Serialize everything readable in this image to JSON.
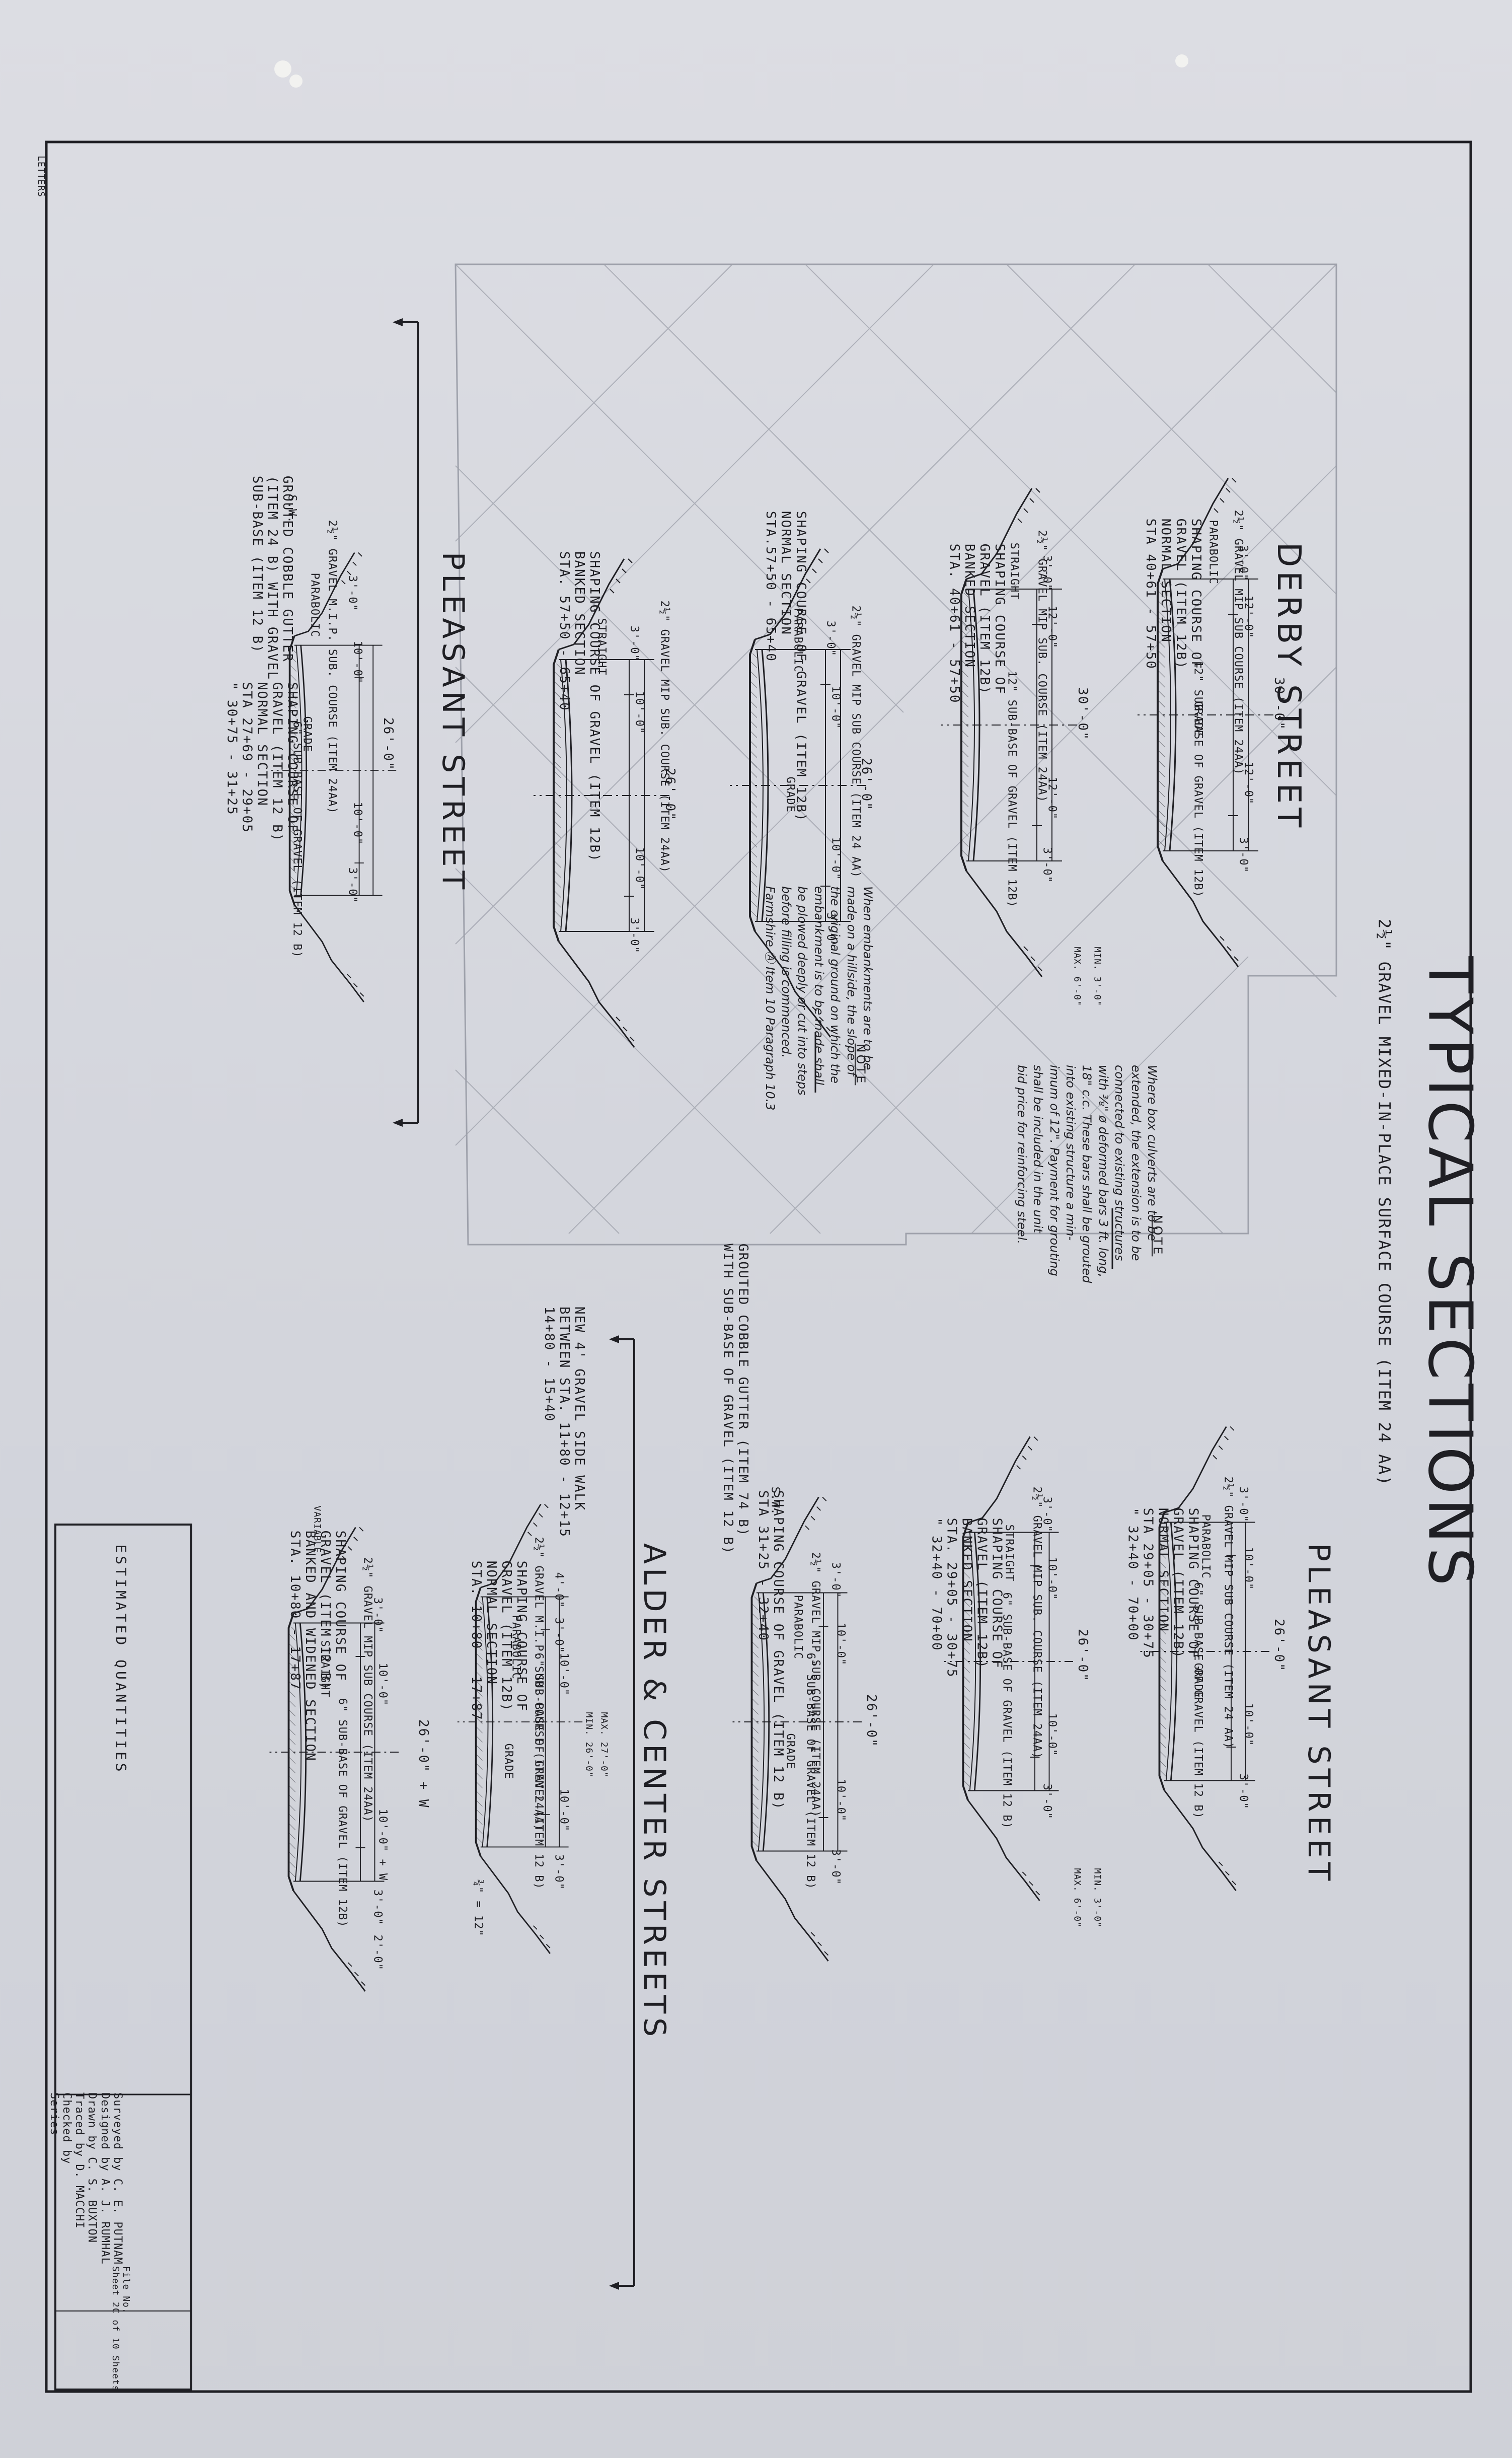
{
  "title": "TYPICAL SECTIONS",
  "subtitle": "2½\" GRAVEL MIXED-IN-PLACE SURFACE COURSE (ITEM 24 AA)",
  "corner_mark": "LETTERS",
  "streets": {
    "derby": "DERBY STREET",
    "pleasant_left": "PLEASANT STREET",
    "pleasant_right": "PLEASANT STREET",
    "alder_center": "ALDER & CENTER STREETS"
  },
  "sections": {
    "derby_normal": {
      "labels": [
        "SHAPING COURSE OF",
        "GRAVEL (ITEM 12B)",
        "NORMAL SECTION",
        "STA 40+61 - 57+50"
      ],
      "widths": [
        "30'-0\"",
        "12'-0\"",
        "12'-0\"",
        "3'-0\"",
        "3'-0\""
      ],
      "callouts": [
        "2½\" GRAVEL MIP SUB COURSE (ITEM 24AA)",
        "12\" SUB-BASE OF GRAVEL (ITEM 12B)",
        "PARABOLIC",
        "GRADE"
      ]
    },
    "derby_banked": {
      "labels": [
        "SHAPING COURSE OF",
        "GRAVEL (ITEM 12B)",
        "BANKED SECTION",
        "STA. 40+61 - 57+50"
      ],
      "widths": [
        "30'-0\"",
        "12'-0\"",
        "12'-0\"",
        "3'-0\"",
        "3'-0\""
      ],
      "callouts": [
        "2½\" GRAVEL MIP SUB. COURSE (ITEM 24AA)",
        "12\" SUB-BASE OF GRAVEL (ITEM 12B)",
        "STRAIGHT",
        "MIN. 3'-0\"",
        "MAX. 6'-0\""
      ]
    },
    "derby_normal2": {
      "labels": [
        "SHAPING COURSE OF GRAVEL (ITEM 12B)",
        "NORMAL SECTION",
        "STA.57+50 - 65+40"
      ],
      "widths": [
        "26'-0\"",
        "10'-0\"",
        "10'-0\"",
        "3'-0\"",
        "3'-0\""
      ],
      "callouts": [
        "2½\" GRAVEL MIP SUB COURSE (ITEM 24 AA)",
        "PARABOLIC",
        "GRADE"
      ]
    },
    "derby_banked2": {
      "labels": [
        "SHAPING COURSE OF GRAVEL (ITEM 12B)",
        "BANKED SECTION",
        "STA. 57+50 - 65+40"
      ],
      "widths": [
        "26'-0\"",
        "10'-0\"",
        "10'-0\"",
        "3'-0\"",
        "3'-0\""
      ],
      "callouts": [
        "2½\" GRAVEL MIP SUB. COURSE (ITEM 24AA)",
        "STRAIGHT"
      ]
    },
    "pleasant_left": {
      "labels": [
        "GROUTED COBBLE GUTTER",
        "(ITEM 24 B) WITH GRAVEL",
        "SUB-BASE (ITEM 12 B)",
        "SHAPING COURSE OF",
        "GRAVEL (ITEM 12 B)",
        "NORMAL SECTION",
        "STA 27+69 - 29+05",
        "\" 30+75 - 31+25"
      ],
      "widths": [
        "26'-0\"",
        "10'-0\"",
        "10'-0\"",
        "3'-0\"",
        "3'-0\""
      ],
      "callouts": [
        "2½\" GRAVEL M.I.P. SUB. COURSE (ITEM 24AA)",
        "6\" SUB-BASE OF GRAVEL (ITEM 12 B)",
        "PARABOLIC",
        "GRADE",
        "S.W."
      ]
    },
    "pleasant_right_normal": {
      "labels": [
        "SHAPING COURSE OF",
        "GRAVEL (ITEM 12B)",
        "NORMAL SECTION",
        "STA 29+05 - 30+75",
        "\" 32+40 - 70+00"
      ],
      "widths": [
        "26'-0\"",
        "10'-0\"",
        "10'-0\"",
        "3'-0\"",
        "3'-0\""
      ],
      "callouts": [
        "2½\" GRAVEL MIP SUB COURSE (ITEM 24 AA)",
        "6\" SUB-BASE OF GRAVEL (ITEM 12 B)",
        "PARABOLIC",
        "GRADE"
      ]
    },
    "pleasant_right_banked": {
      "labels": [
        "SHAPING COURSE OF",
        "GRAVEL (ITEM 12B)",
        "BANKED SECTION",
        "STA. 29+05 - 30+75",
        "\" 32+40 - 70+00"
      ],
      "widths": [
        "26'-0\"",
        "10'-0\"",
        "10'-0\"",
        "3'-0\"",
        "3'-0\""
      ],
      "callouts": [
        "2½\" GRAVEL MIP SUB. COURSE (ITEM 24AA)",
        "6\" SUB-BASE OF GRAVEL (ITEM 12 B)",
        "STRAIGHT",
        "MIN. 3'-0\"",
        "MAX. 6'-0\""
      ]
    },
    "alder_normal": {
      "labels": [
        "GROUTED COBBLE GUTTER (ITEM 74 B)",
        "WITH SUB-BASE OF GRAVEL (ITEM 12 B)",
        "SHAPING COURSE OF GRAVEL (ITEM 12 B)",
        "STA 31+25 - 32+40"
      ],
      "widths": [
        "26'-0\"",
        "10'-0\"",
        "10'-0\"",
        "3'-0\"",
        "3'-0\""
      ],
      "callouts": [
        "2½\" GRAVEL MIP SUB COURSE (ITEM 24AA)",
        "6\" SUB-BASE OF GRAVEL (ITEM 12 B)",
        "PARABOLIC",
        "GRADE",
        "S.W."
      ]
    },
    "alder_walk": {
      "labels": [
        "NEW 4' GRAVEL SIDE WALK",
        "BETWEEN STA. 11+80 - 12+15",
        "14+80 - 15+40",
        "SHAPING COURSE OF",
        "GRAVEL (ITEM 12B)",
        "NORMAL SECTION",
        "STA. 10+80 - 17+87"
      ],
      "widths": [
        "4'-0\"",
        "10'-0\"",
        "10'-0\"",
        "3'-0\"",
        "3'-0\"",
        "MAX. 27'-0\"",
        "MIN. 26'-0\""
      ],
      "callouts": [
        "2½\" GRAVEL M.I.P. SUB. COURSE (ITEM 24AA)",
        "6\" SUB-BASE OF GRAVEL (ITEM 12 B)",
        "PARABOLIC",
        "GRADE",
        "¾\" = 12\""
      ]
    },
    "alder_banked": {
      "labels": [
        "SHAPING COURSE OF",
        "GRAVEL (ITEM 12 B)",
        "BANKED AND WIDENED SECTION",
        "STA. 10+80 - 17+87"
      ],
      "widths": [
        "26'-0\" + W",
        "10'-0\"",
        "10'-0\" + W",
        "3'-0\"",
        "3'-0\"",
        "2'-0\""
      ],
      "callouts": [
        "2½\" GRAVEL MIP SUB COURSE (ITEM 24AA)",
        "6\" SUB-BASE OF GRAVEL (ITEM 12B)",
        "STRAIGHT",
        "VARIABLE"
      ]
    }
  },
  "notes": {
    "note1_head": "NOTE",
    "note1_text": "Where box culverts are to be\nextended, the extension is to be\nconnected to existing structures\nwith ⅜\" ø deformed bars 3 ft. long,\n18\" c.c. These bars shall be grouted\ninto existing structure a min-\nimum of 12\". Payment for grouting\nshall be included in the unit\nbid price for reinforcing steel.",
    "note2_head": "NOTE",
    "note2_text": "When embankments are to be\nmade on a hillside, the slope of\nthe original ground on which the\nembankment is to be made shall\nbe plowed deeply or cut into steps\nbefore filling is commenced.\nFarmshire Ⓐ Item 10 Paragraph 10.3"
  },
  "quantities_title": "ESTIMATED QUANTITIES",
  "credits": [
    {
      "role": "Surveyed by",
      "name": "C. E. PUTNAM"
    },
    {
      "role": "Designed by",
      "name": "A. J. RUMHAL"
    },
    {
      "role": "Drawn by",
      "name": "C. S. BUXTON"
    },
    {
      "role": "Traced by",
      "name": "D. MACCHI"
    },
    {
      "role": "Checked by",
      "name": ""
    },
    {
      "role": "Series",
      "name": ""
    }
  ],
  "sheet_info": {
    "file": "File",
    "no": "No.",
    "sheet": "Sheet 2C of 10 Sheets"
  },
  "colors": {
    "ink": "#1f1f24",
    "paper": "#d5d7de",
    "grid": "#9ea1ab"
  }
}
